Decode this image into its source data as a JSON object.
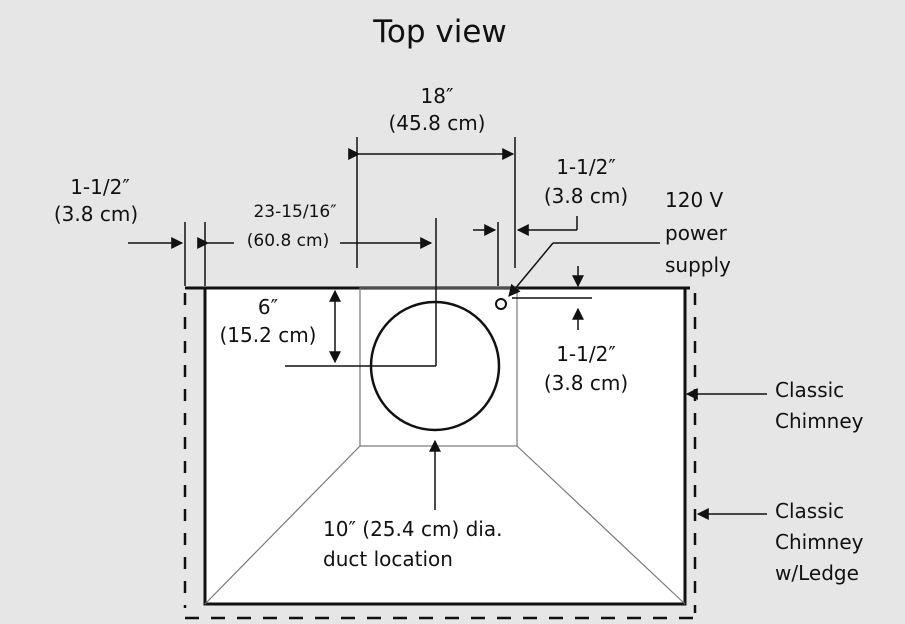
{
  "title": "Top view",
  "labels": {
    "w18_in": "18″",
    "w18_cm": "(45.8 cm)",
    "left_gap_in": "1-1/2″",
    "left_gap_cm": "(3.8 cm)",
    "center_in": "23-15/16″",
    "center_cm": "(60.8 cm)",
    "right_gap_in": "1-1/2″",
    "right_gap_cm": "(3.8 cm)",
    "power_1": "120 V",
    "power_2": "power",
    "power_3": "supply",
    "depth_in": "6″",
    "depth_cm": "(15.2 cm)",
    "power_off_in": "1-1/2″",
    "power_off_cm": "(3.8 cm)",
    "duct_1": "10″ (25.4 cm) dia.",
    "duct_2": "duct location",
    "classic_1": "Classic",
    "classic_2": "Chimney",
    "ledge_1": "Classic",
    "ledge_2": "Chimney",
    "ledge_3": "w/Ledge"
  },
  "colors": {
    "background": "#e6e6e7",
    "hood": "#ffffff",
    "line": "#111111"
  }
}
